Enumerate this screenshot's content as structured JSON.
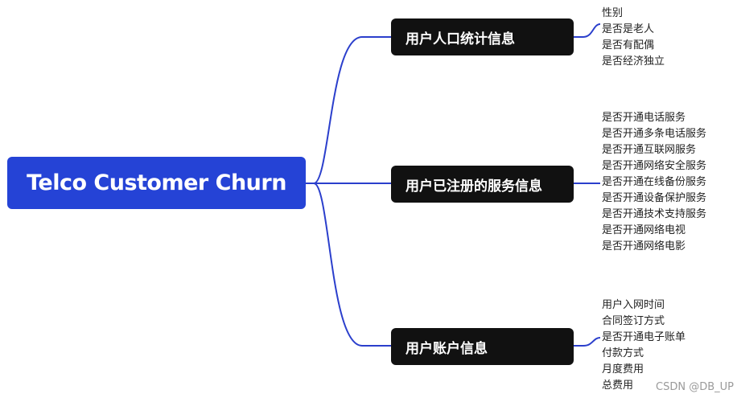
{
  "root": {
    "label": "Telco Customer Churn"
  },
  "branches": [
    {
      "label": "用户人口统计信息",
      "items": [
        "性别",
        "是否是老人",
        "是否有配偶",
        "是否经济独立"
      ]
    },
    {
      "label": "用户已注册的服务信息",
      "items": [
        "是否开通电话服务",
        "是否开通多条电话服务",
        "是否开通互联网服务",
        "是否开通网络安全服务",
        "是否开通在线备份服务",
        "是否开通设备保护服务",
        "是否开通技术支持服务",
        "是否开通网络电视",
        "是否开通网络电影"
      ]
    },
    {
      "label": "用户账户信息",
      "items": [
        "用户入网时间",
        "合同签订方式",
        "是否开通电子账单",
        "付款方式",
        "月度费用",
        "总费用"
      ]
    }
  ],
  "watermark": "CSDN @DB_UP",
  "colors": {
    "root_bg": "#2543d6",
    "branch_bg": "#111111",
    "connector": "#2b3fcc"
  }
}
